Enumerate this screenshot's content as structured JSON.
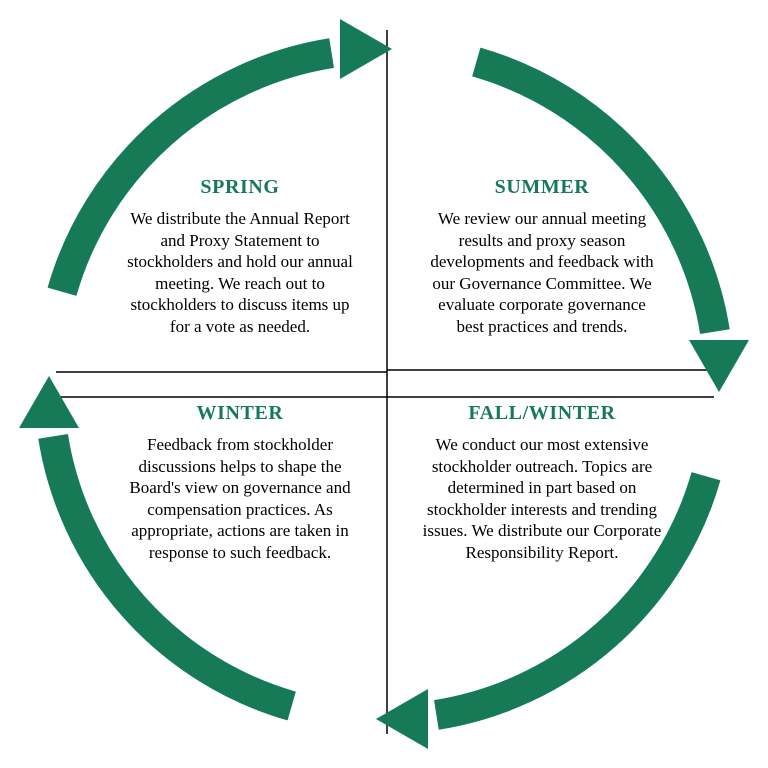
{
  "diagram": {
    "colors": {
      "green": "#177a56",
      "divider": "#000000",
      "body_text": "#000000"
    },
    "quadrants": [
      {
        "season": "spring",
        "title": "SPRING",
        "body": "We distribute the Annual Report and Proxy Statement to stockholders and hold our annual meeting. We reach out to stockholders to discuss items up for a vote as needed."
      },
      {
        "season": "summer",
        "title": "SUMMER",
        "body": "We review our annual meeting results and proxy season developments and feedback with our Governance Committee. We evaluate corporate governance best practices and trends."
      },
      {
        "season": "fall-winter",
        "title": "FALL/WINTER",
        "body": "We conduct our most extensive stockholder outreach. Topics are determined in part based on stockholder interests and trending issues. We distribute our Corporate Responsibility Report."
      },
      {
        "season": "winter",
        "title": "WINTER",
        "body": "Feedback from stockholder discussions helps to shape the Board's view on governance and compensation practices. As appropriate, actions are taken in response to such feedback."
      }
    ]
  }
}
